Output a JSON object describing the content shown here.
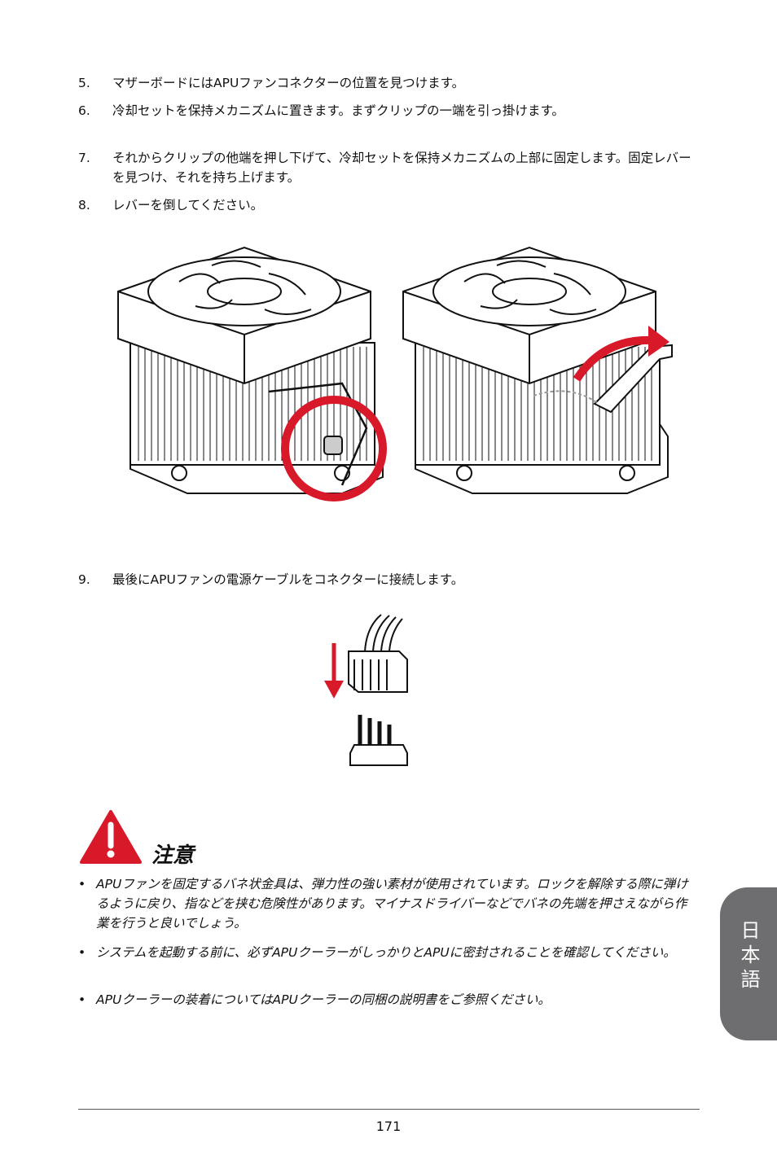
{
  "steps": [
    {
      "num": "5.",
      "text": "マザーボードにはAPUファンコネクターの位置を見つけます。"
    },
    {
      "num": "6.",
      "text": "冷却セットを保持メカニズムに置きます。まずクリップの一端を引っ掛けます。"
    },
    {
      "num": "7.",
      "text": "それからクリップの他端を押し下げて、冷却セットを保持メカニズムの上部に固定します。固定レバーを見つけ、それを持ち上げます。"
    },
    {
      "num": "8.",
      "text": "レバーを倒してください。"
    },
    {
      "num": "9.",
      "text": "最後にAPUファンの電源ケーブルをコネクターに接続します。"
    }
  ],
  "caution": {
    "title": "注意",
    "bullets": [
      "APUファンを固定するバネ状金具は、弾力性の強い素材が使用されています。ロックを解除する際に弾けるように戻り、指などを挟む危険性があります。マイナスドライバーなどでバネの先端を押さえながら作業を行うと良いでしょう。",
      "システムを起動する前に、必ずAPUクーラーがしっかりとAPUに密封されることを確認してください。",
      "APUクーラーの装着についてはAPUクーラーの同梱の説明書をご参照ください。"
    ]
  },
  "side_tab": {
    "label": "日本語"
  },
  "page_number": "171",
  "colors": {
    "accent_red": "#d7192a",
    "tab_gray": "#6e6e70"
  },
  "icons": [
    "warning-triangle-icon",
    "rotate-arrow-icon",
    "down-arrow-icon"
  ]
}
